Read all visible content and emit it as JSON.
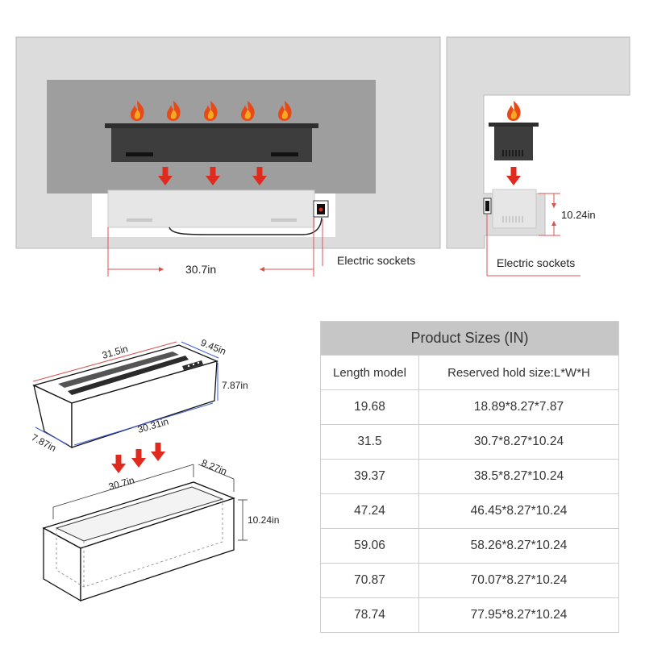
{
  "front_view": {
    "width_label": "30.7in",
    "socket_label": "Electric sockets"
  },
  "side_view": {
    "height_label": "10.24in",
    "socket_label": "Electric sockets"
  },
  "burner_3d": {
    "length_label": "31.5in",
    "width_label": "9.45in",
    "height_label": "7.87in",
    "inner_length_label": "30.31in",
    "depth_label": "7.87in"
  },
  "hole_3d": {
    "length_label": "30.7in",
    "width_label": "8.27in",
    "height_label": "10.24in"
  },
  "table": {
    "title": "Product Sizes (IN)",
    "headers": [
      "Length model",
      "Reserved hold size:L*W*H"
    ],
    "rows": [
      [
        "19.68",
        "18.89*8.27*7.87"
      ],
      [
        "31.5",
        "30.7*8.27*10.24"
      ],
      [
        "39.37",
        "38.5*8.27*10.24"
      ],
      [
        "47.24",
        "46.45*8.27*10.24"
      ],
      [
        "59.06",
        "58.26*8.27*10.24"
      ],
      [
        "70.87",
        "70.07*8.27*10.24"
      ],
      [
        "78.74",
        "77.95*8.27*10.24"
      ]
    ]
  },
  "colors": {
    "wall": "#dcdcdc",
    "panel": "#9e9e9e",
    "burner": "#3d3d3d",
    "arrow": "#e02a1e",
    "dim_red": "#d9534f",
    "dim_blue": "#3b5bdb",
    "table_header": "#c6c6c6"
  },
  "icons": [
    "flame-icon",
    "down-arrow-icon",
    "socket-icon"
  ]
}
